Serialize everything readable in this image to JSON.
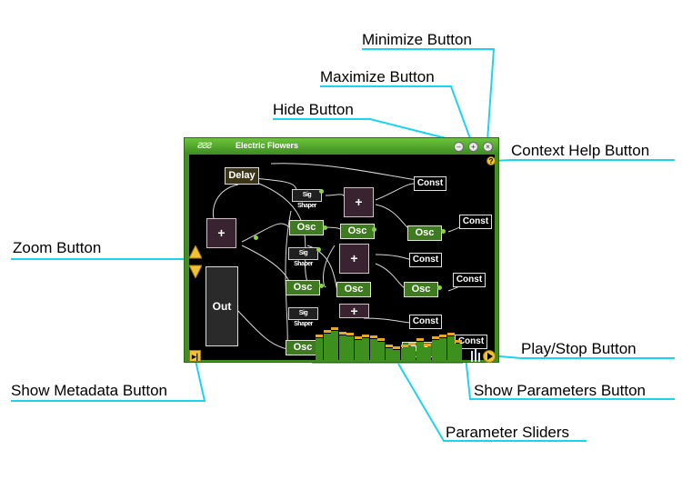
{
  "window": {
    "title": "Electric Flowers",
    "logo_text": "ƧƧƧ"
  },
  "callouts": {
    "minimize": "Minimize Button",
    "maximize": "Maximize Button",
    "hide": "Hide Button",
    "context_help": "Context Help Button",
    "zoom": "Zoom Button",
    "play_stop": "Play/Stop Button",
    "show_metadata": "Show Metadata Button",
    "show_parameters": "Show Parameters Button",
    "parameter_sliders": "Parameter Sliders"
  },
  "nodes": {
    "delay": "Delay",
    "out": "Out",
    "osc": "Osc",
    "const": "Const",
    "sig_shaper": "Sig Shaper",
    "plus": "+"
  },
  "controls": {
    "help_glyph": "?",
    "meta_glyph": "▸|",
    "hide_glyph": "–",
    "maximize_glyph": "+",
    "minimize_glyph": "×"
  },
  "parameter_levels": [
    0.55,
    0.65,
    0.72,
    0.62,
    0.58,
    0.5,
    0.55,
    0.52,
    0.45,
    0.3,
    0.25,
    0.3,
    0.35,
    0.45,
    0.32,
    0.5,
    0.55,
    0.6,
    0.4
  ],
  "colors": {
    "accent_cyan": "#1bd4f0",
    "window_green": "#3f8f22",
    "osc_green": "#3e7a1f",
    "control_yellow": "#f1c232",
    "slider_orange": "#e8a62a"
  }
}
